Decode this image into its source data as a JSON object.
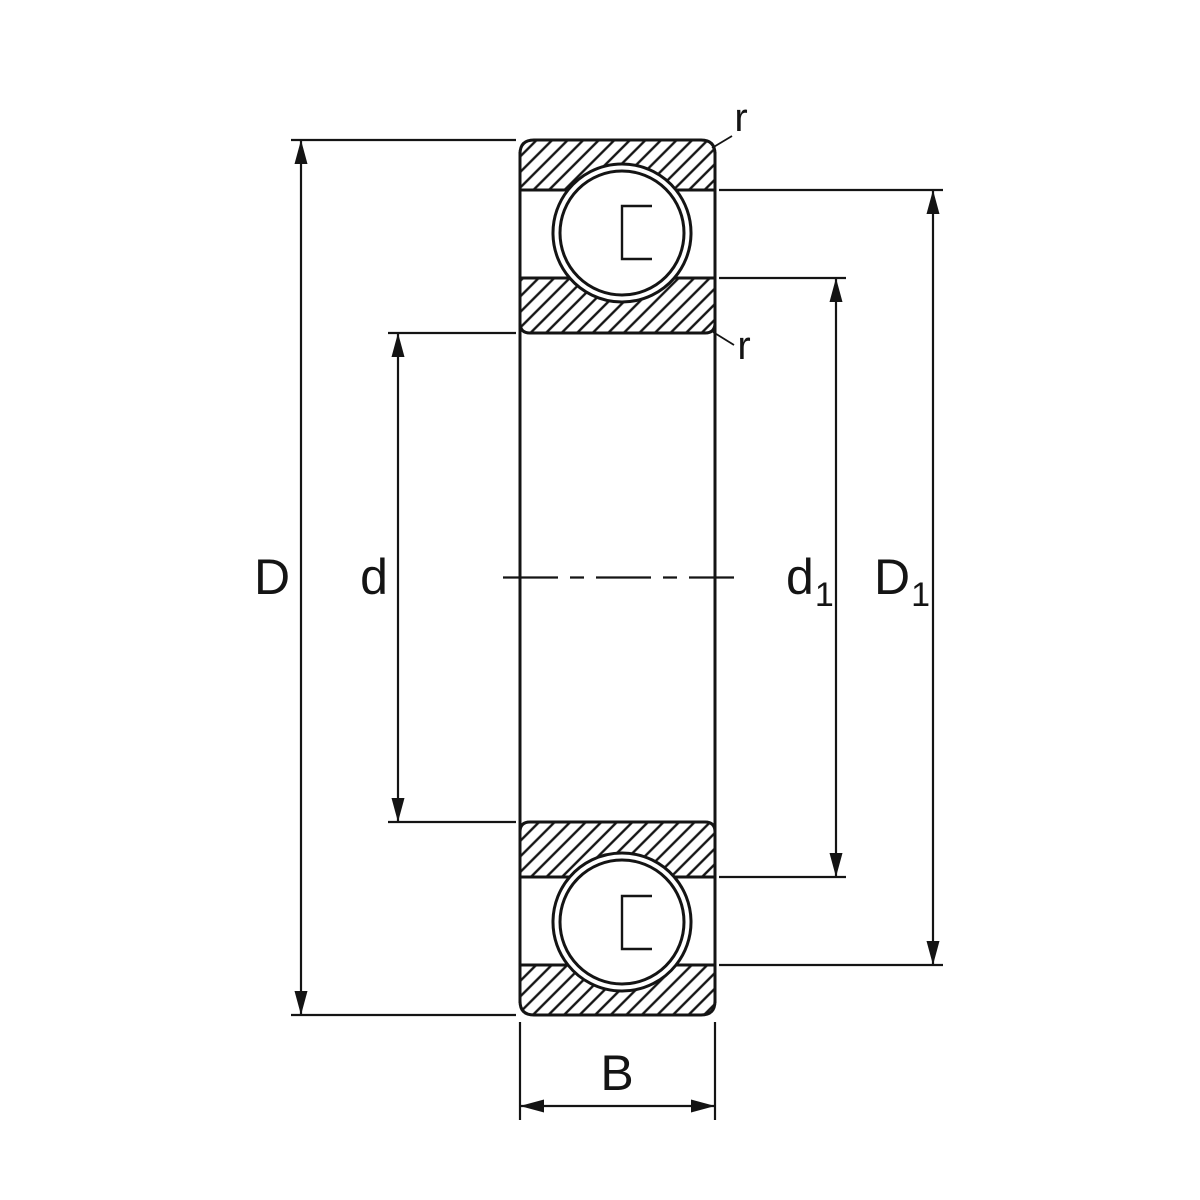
{
  "drawing": {
    "colors": {
      "ink": "#141414",
      "background": "#ffffff"
    },
    "labels": {
      "outer_diameter": "D",
      "bore_diameter": "d",
      "inner_shoulder_main": "d",
      "inner_shoulder_sub": "1",
      "outer_shoulder_main": "D",
      "outer_shoulder_sub": "1",
      "width": "B",
      "chamfer_top": "r",
      "chamfer_inner": "r"
    }
  }
}
